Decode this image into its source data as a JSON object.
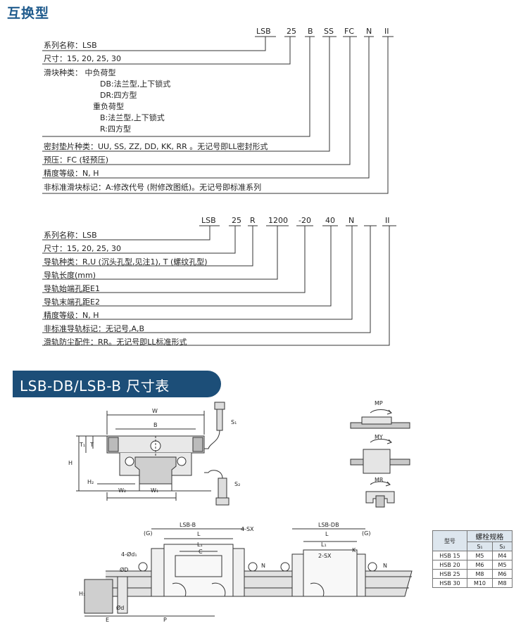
{
  "title": "互换型",
  "block_section": {
    "codes": [
      "LSB",
      "25",
      "B",
      "SS",
      "FC",
      "N",
      "II"
    ],
    "rows": [
      "系列名称：LSB",
      "尺寸：15, 20, 25, 30",
      "滑块种类：  中负荷型",
      "DB:法兰型,上下锁式",
      "DR:四方型",
      "重负荷型",
      "B:法兰型,上下锁式",
      "R:四方型",
      "密封垫片种类：UU, SS, ZZ, DD, KK, RR 。无记号即LL密封形式",
      "预压：FC (轻预压)",
      "精度等级：N, H",
      "非标准滑块标记：A:修改代号 (附修改图纸)。无记号即标准系列"
    ]
  },
  "rail_section": {
    "codes": [
      "LSB",
      "25",
      "R",
      "1200",
      "-20",
      "40",
      "N",
      "II"
    ],
    "rows": [
      "系列名称：LSB",
      "尺寸：15, 20, 25, 30",
      "导轨种类：R,U (沉头孔型,见注1), T (螺纹孔型)",
      "导轨长度(mm)",
      "导轨始端孔距E1",
      "导轨末端孔距E2",
      "精度等级：N, H",
      "非标准导轨标记：无记号,A,B",
      "滑轨防尘配件：RR。无记号即LL标准形式"
    ]
  },
  "banner": "LSB-DB/LSB-B 尺寸表",
  "drawing_labels": {
    "front": [
      "W",
      "B",
      "T",
      "T₁",
      "H",
      "H₂",
      "W₂",
      "W₁",
      "S₁",
      "S₂"
    ],
    "moments": [
      "MP",
      "MY",
      "MR"
    ],
    "side_b": [
      "LSB-B",
      "(G)",
      "4-SX",
      "L",
      "L₁",
      "C",
      "4-Ød₁",
      "ØD",
      "H₁",
      "Ød",
      "E",
      "P",
      "N"
    ],
    "side_db": [
      "LSB-DB",
      "(G)",
      "L",
      "L₁",
      "K",
      "2-SX",
      "N"
    ]
  },
  "bolt_table": {
    "header_main": "螺栓规格",
    "header_model": "型号",
    "sub": [
      "S₁",
      "S₂"
    ],
    "rows": [
      [
        "HSB 15",
        "M5",
        "M4"
      ],
      [
        "HSB 20",
        "M6",
        "M5"
      ],
      [
        "HSB 25",
        "M8",
        "M6"
      ],
      [
        "HSB 30",
        "M10",
        "M8"
      ]
    ]
  }
}
